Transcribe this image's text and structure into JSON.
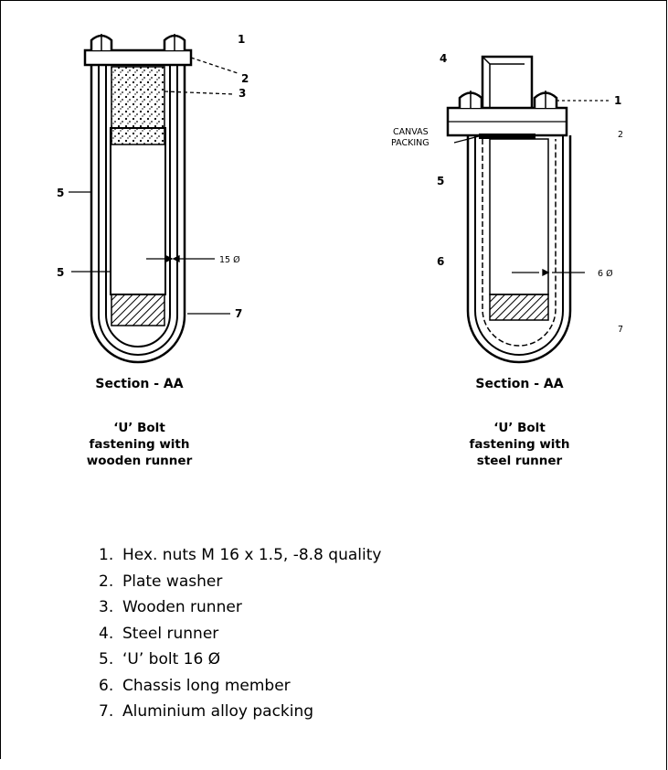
{
  "left_figure": {
    "callouts": [
      "1",
      "2",
      "3",
      "5",
      "5",
      "15 Ø",
      "7"
    ],
    "section_label": "Section - AA",
    "caption_lines": [
      "‘U’ Bolt",
      "fastening with",
      "wooden runner"
    ]
  },
  "right_figure": {
    "callouts": [
      "4",
      "1",
      "2",
      "5",
      "6",
      "6 Ø",
      "7"
    ],
    "canvas_label_lines": [
      "CANVAS",
      "PACKING"
    ],
    "section_label": "Section - AA",
    "caption_lines": [
      "‘U’ Bolt",
      "fastening with",
      "steel runner"
    ]
  },
  "legend": [
    {
      "num": "1.",
      "text": "Hex. nuts M 16 x 1.5, -8.8 quality"
    },
    {
      "num": "2.",
      "text": "Plate washer"
    },
    {
      "num": "3.",
      "text": "Wooden runner"
    },
    {
      "num": "4.",
      "text": "Steel runner"
    },
    {
      "num": "5.",
      "text": "‘U’ bolt 16 Ø"
    },
    {
      "num": "6.",
      "text": "Chassis long member"
    },
    {
      "num": "7.",
      "text": "Aluminium alloy packing"
    }
  ]
}
